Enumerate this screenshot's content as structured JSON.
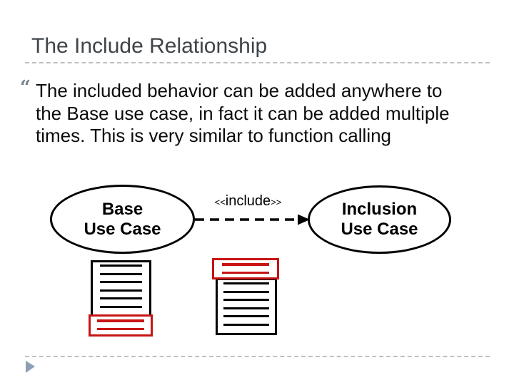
{
  "slide": {
    "title": "The Include Relationship",
    "bullet_glyph": "“",
    "body_lines": [
      "The included behavior can be added anywhere to",
      "the Base use case, in fact it can be added multiple",
      "times. This is very similar to function calling"
    ],
    "diagram": {
      "base_ellipse_lines": [
        "Base",
        "Use Case"
      ],
      "inclusion_ellipse_lines": [
        "Inclusion",
        "Use Case"
      ],
      "include_label": {
        "open": "<<",
        "word": "include",
        "close": ">>"
      },
      "icons": {
        "base_document_icon": "document-with-included-section-at-bottom",
        "inclusion_document_icon": "document-with-included-section-at-top",
        "footer_triangle_icon": "right-pointing-triangle"
      }
    },
    "colors": {
      "title": "#3F4449",
      "body_text": "#0B0B0B",
      "divider": "#BDC1C5",
      "bullet": "#76818F",
      "accent_red": "#C81414",
      "stroke_black": "#000000",
      "footer_triangle": "#8BA0B5"
    }
  }
}
